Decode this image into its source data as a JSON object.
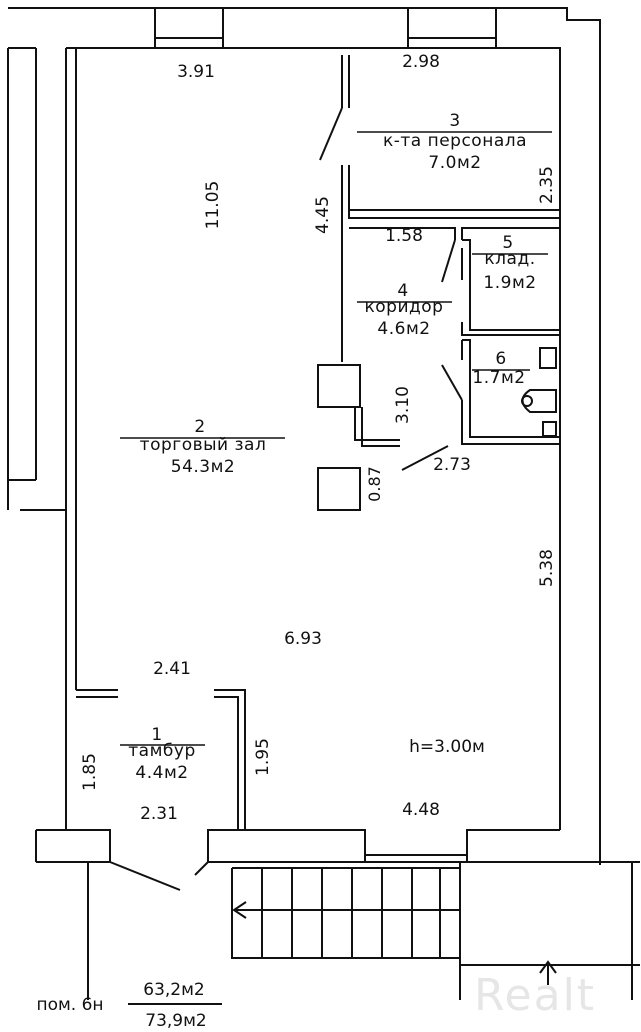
{
  "rooms": [
    {
      "number": "1",
      "name": "тамбур",
      "area": "4.4м2"
    },
    {
      "number": "2",
      "name": "торговый зал",
      "area": "54.3м2"
    },
    {
      "number": "3",
      "name": "к-та персонала",
      "area": "7.0м2"
    },
    {
      "number": "4",
      "name": "коридор",
      "area": "4.6м2"
    },
    {
      "number": "5",
      "name": "клад.",
      "area": "1.9м2"
    },
    {
      "number": "6",
      "name": "",
      "area": "1.7м2"
    }
  ],
  "dimensions": {
    "d391": "3.91",
    "d298": "2.98",
    "d1105": "11.05",
    "d445": "4.45",
    "d235": "2.35",
    "d158": "1.58",
    "d310": "3.10",
    "d087": "0.87",
    "d273": "2.73",
    "d538": "5.38",
    "d693": "6.93",
    "d241": "2.41",
    "d185": "1.85",
    "d195": "1.95",
    "d231": "2.31",
    "d448": "4.48"
  },
  "height_note": "h=3.00м",
  "footer": {
    "label": "пом. 6н",
    "area_top": "63,2м2",
    "area_bottom": "73,9м2"
  },
  "watermark": "Realt"
}
